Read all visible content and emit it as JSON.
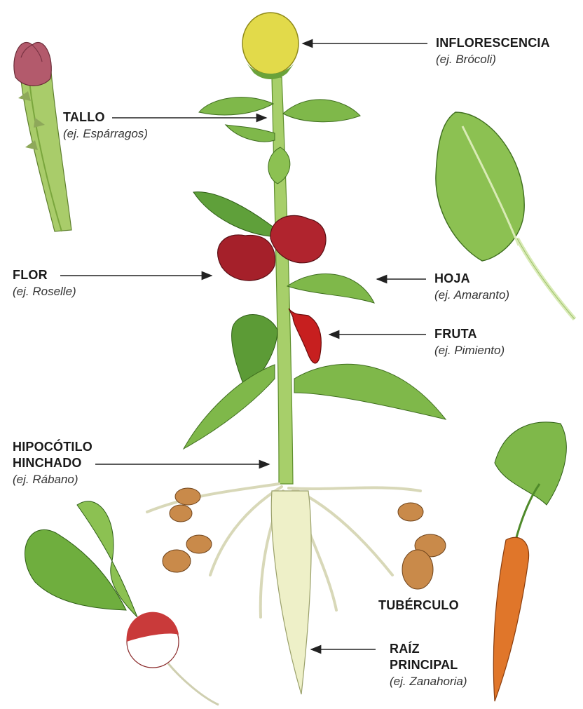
{
  "labels": {
    "inflorescencia": {
      "name": "INFLORESCENCIA",
      "example": "(ej. Brócoli)"
    },
    "tallo": {
      "name": "TALLO",
      "example": "(ej. Espárragos)"
    },
    "flor": {
      "name": "FLOR",
      "example": "(ej. Roselle)"
    },
    "hoja": {
      "name": "HOJA",
      "example": "(ej. Amaranto)"
    },
    "fruta": {
      "name": "FRUTA",
      "example": "(ej. Pimiento)"
    },
    "hipocotilo": {
      "name1": "HIPOCÓTILO",
      "name2": "HINCHADO",
      "example": "(ej. Rábano)"
    },
    "tuberculo": {
      "name": "TUBÉRCULO"
    },
    "raiz": {
      "name1": "RAÍZ",
      "name2": "PRINCIPAL",
      "example": "(ej. Zanahoria)"
    }
  },
  "colors": {
    "stem": "#8fbf4a",
    "leaf": "#6fae3e",
    "leaf_dark": "#3f7d22",
    "flower": "#a5202a",
    "inflorescence": "#e2da4a",
    "pepper": "#c71f1f",
    "tuber": "#c98a4a",
    "taproot": "#eef0c8",
    "carrot": "#e0762a",
    "arrow": "#222222"
  }
}
